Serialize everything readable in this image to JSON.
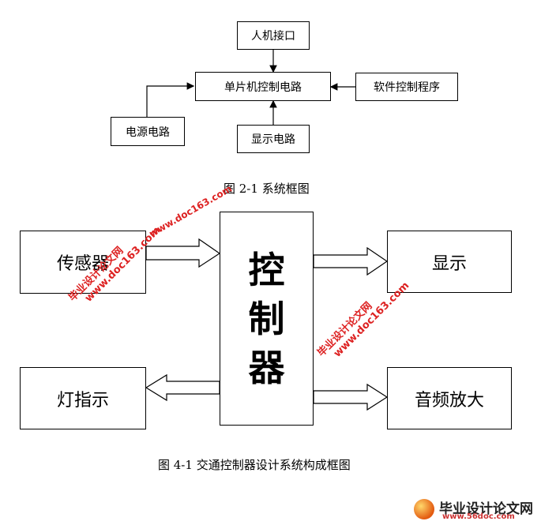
{
  "diagram1": {
    "human_interface": "人机接口",
    "mcu_control": "单片机控制电路",
    "software": "软件控制程序",
    "power": "电源电路",
    "display": "显示电路",
    "caption": "图 2-1 系统框图"
  },
  "diagram2": {
    "sensor": "传感器",
    "controller_chars": [
      "控",
      "制",
      "器"
    ],
    "display": "显示",
    "light": "灯指示",
    "amplifier": "音频放大",
    "caption": "图 4-1 交通控制器设计系统构成框图"
  },
  "watermarks": {
    "site1": "毕业设计论文网",
    "site2": "www.doc163.com",
    "footer_title": "毕业设计论文网",
    "footer_url": "www.56doc.com"
  }
}
